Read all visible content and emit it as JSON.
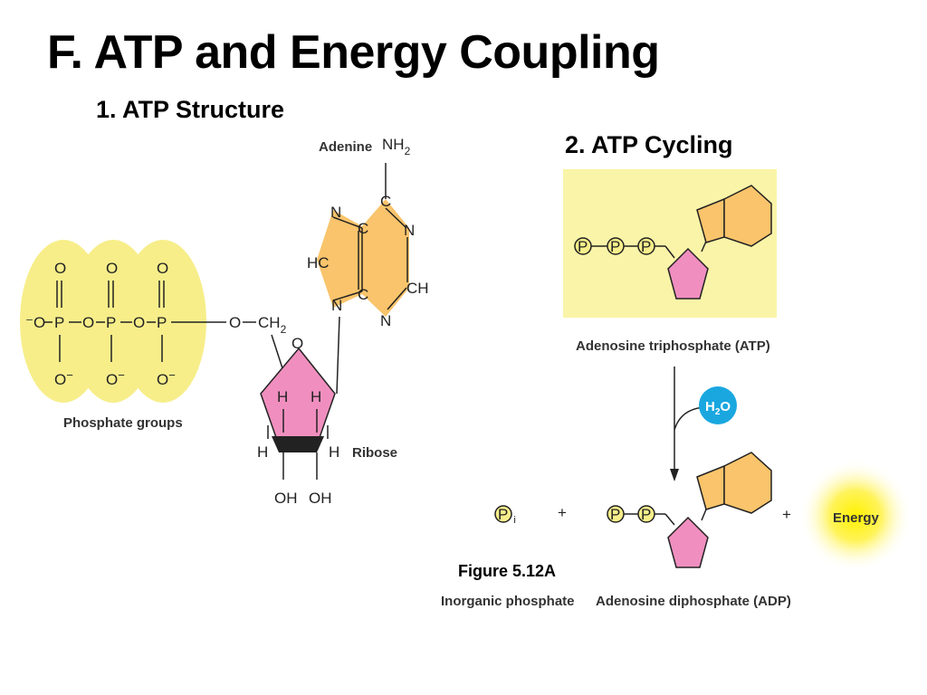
{
  "slide": {
    "title": "F. ATP and Energy Coupling",
    "section_structure": "1. ATP Structure",
    "section_cycling": "2. ATP Cycling",
    "figure_label": "Figure 5.12A"
  },
  "structure": {
    "adenine_label": "Adenine",
    "amine_group": "NH",
    "amine_subscript": "2",
    "phosphate_label": "Phosphate groups",
    "ribose_label": "Ribose",
    "oxygen": "O",
    "oxygen_minus": "O",
    "phosphorus": "P",
    "carbon": "C",
    "nitrogen": "N",
    "hydrogen": "H",
    "hc": "HC",
    "ch": "CH",
    "ch2": "CH",
    "ch2_subscript": "2",
    "oh": "OH"
  },
  "cycling": {
    "atp_label": "Adenosine triphosphate (ATP)",
    "adp_label": "Adenosine diphosphate (ADP)",
    "pi_label": "Inorganic phosphate",
    "water": "H",
    "water_sub": "2",
    "water_o": "O",
    "energy_label": "Energy",
    "phosphate_symbol": "P",
    "pi_subscript": "i",
    "plus": "+"
  },
  "colors": {
    "phosphate_highlight": "#f7ee8a",
    "adenine_orange": "#f9c46b",
    "ribose_pink": "#f08fbf",
    "atp_box": "#faf4a8",
    "water_blue": "#1aa7e0",
    "energy_glow": "#fff200"
  }
}
